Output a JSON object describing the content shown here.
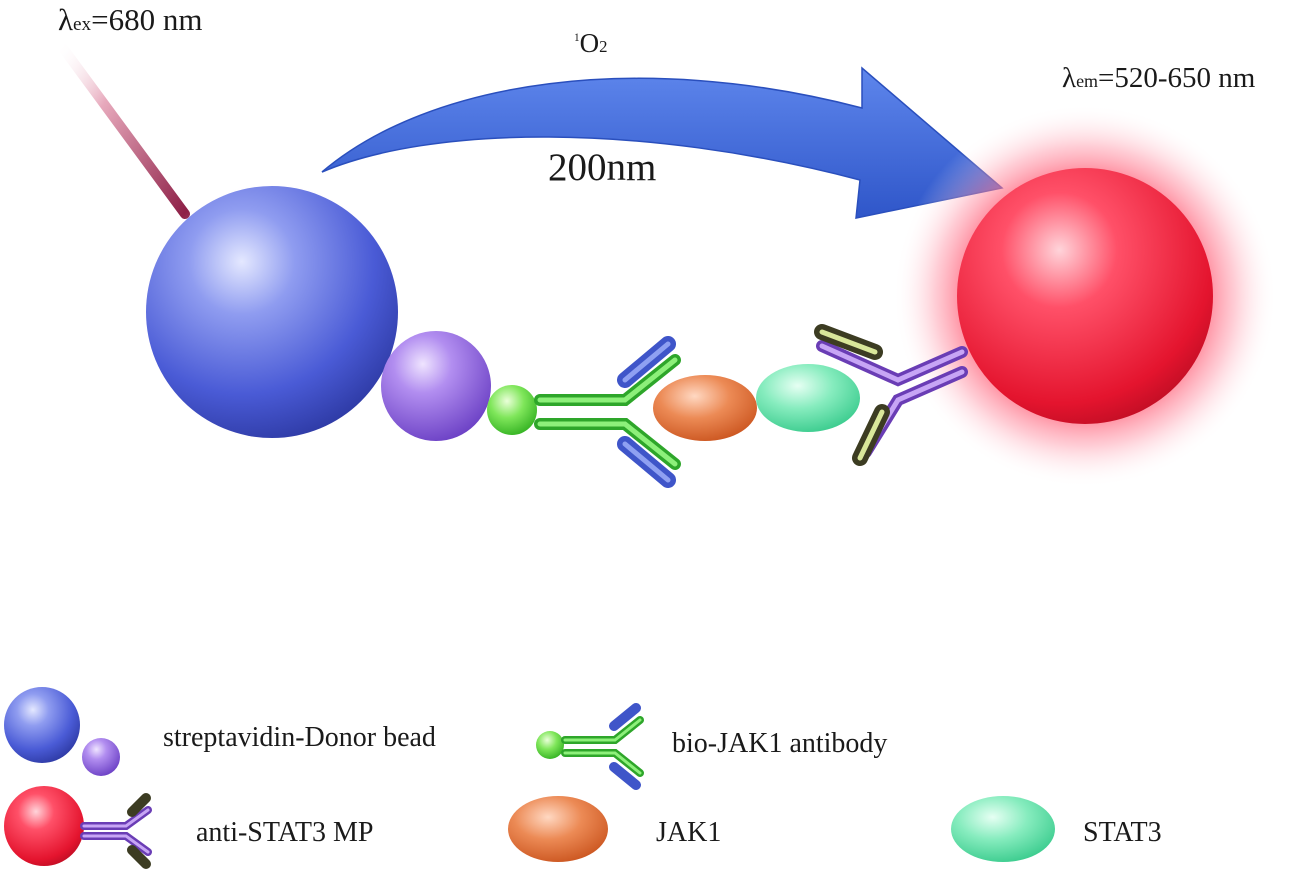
{
  "labels": {
    "excitation_prefix": "λ",
    "excitation_sub": "ex",
    "excitation_value": "=680 nm",
    "emission_prefix": "λ",
    "emission_sub": "em",
    "emission_value": "=520-650 nm",
    "singlet_oxygen_sup": "1",
    "singlet_oxygen_main": "O",
    "singlet_oxygen_sub": "2",
    "distance": "200nm"
  },
  "legend": {
    "donor": "streptavidin-Donor bead",
    "bio_antibody": "bio-JAK1 antibody",
    "anti_stat3": "anti-STAT3 MP",
    "jak1": "JAK1",
    "stat3": "STAT3"
  },
  "colors": {
    "donor_bead": "#4a5bd6",
    "streptavidin": "#8f63d6",
    "acceptor_bead": "#f2283e",
    "acceptor_glow": "#ff6f86",
    "arrow": "#3a66d8",
    "laser": "#9a2b4f",
    "bio_antibody": "#45d640",
    "anti_stat3_antibody": "#9966d9",
    "jak1": "#e06a30",
    "stat3": "#5fe1a6"
  },
  "icons": {
    "donor_bead": "large-blue-sphere-icon",
    "acceptor_bead": "glowing-red-sphere-icon",
    "arrow": "curved-arrow-icon",
    "antibody": "y-shaped-antibody-icon"
  }
}
